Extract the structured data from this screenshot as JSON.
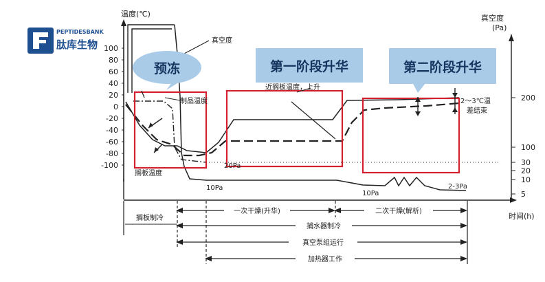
{
  "logo": {
    "name_en": "PEPTIDESBANK",
    "name_cn": "肽库生物"
  },
  "colors": {
    "brand": "#1d4f91",
    "callout": "#aacbe8",
    "box": "#d4202e",
    "curve": "#222222"
  },
  "chart_data": {
    "type": "line",
    "left_axis_label": "温度(℃)",
    "right_axis_label_line1": "真空度",
    "right_axis_label_line2": "(Pa)",
    "x_axis_label": "时间(h)",
    "left_ticks": [
      "100",
      "80",
      "60",
      "40",
      "20",
      "0",
      "-20",
      "-40",
      "-60",
      "-80",
      "-100"
    ],
    "left_range": [
      -100,
      100
    ],
    "right_ticks": [
      "200",
      "100",
      "30",
      "20",
      "10",
      "5"
    ],
    "annotations": {
      "vacuum": "真空度",
      "product_temp": "制品温度",
      "shelf_temp": "搁板温度",
      "small_note": "近搁板温度，上升",
      "pa_10_first": "10Pa",
      "pa_20": "20Pa",
      "pa_10_second": "10Pa",
      "pa_2_3": "2-3Pa",
      "temp_diff_line1": "2～3℃温",
      "temp_diff_line2": "差结束"
    },
    "callouts": {
      "prefreeze": "预冻",
      "primary_drying": "第一阶段升华",
      "secondary_drying": "第二阶段升华"
    },
    "phases": {
      "shelf_cooling": "搁板制冷",
      "primary": "一次干燥(升华)",
      "secondary": "二次干燥(解析)",
      "condenser": "捕水器制冷",
      "vacuum_pump": "真空泵组运行",
      "heater": "加热器工作"
    }
  }
}
